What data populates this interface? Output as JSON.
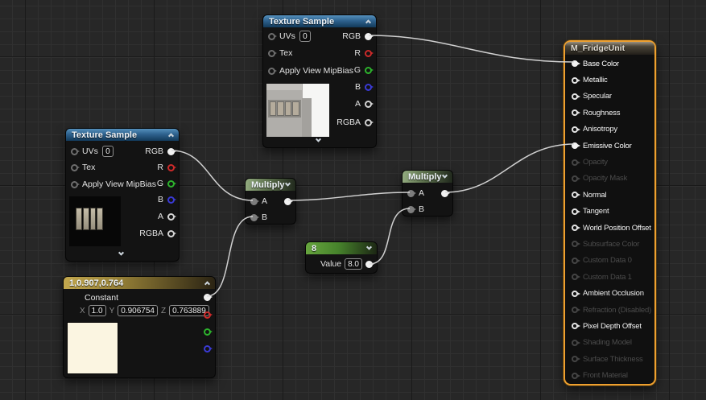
{
  "graph": {
    "background_base": "#272727",
    "grid_minor_color": "#303030",
    "grid_major_color": "#1a1a1a",
    "wire_color": "#d9d9d9"
  },
  "pin_colors": {
    "white": "#f1f1f1",
    "red": "#cc2a2a",
    "green": "#2db32d",
    "blue": "#3a3ad4",
    "gray_ring": "#d3d3d3",
    "input_gray": "#6e6e6e",
    "disabled": "#4c4c4c"
  },
  "nodes": {
    "texture_sample_top": {
      "title": "Texture Sample",
      "header_color": "#3f7fae",
      "inputs": [
        {
          "label": "UVs",
          "value": "0"
        },
        {
          "label": "Tex"
        },
        {
          "label": "Apply View MipBias"
        }
      ],
      "outputs": [
        {
          "label": "RGB"
        },
        {
          "label": "R"
        },
        {
          "label": "G"
        },
        {
          "label": "B"
        },
        {
          "label": "A"
        },
        {
          "label": "RGBA"
        }
      ]
    },
    "texture_sample_left": {
      "title": "Texture Sample",
      "header_color": "#3f7fae",
      "inputs": [
        {
          "label": "UVs",
          "value": "0"
        },
        {
          "label": "Tex"
        },
        {
          "label": "Apply View MipBias"
        }
      ],
      "outputs": [
        {
          "label": "RGB"
        },
        {
          "label": "R"
        },
        {
          "label": "G"
        },
        {
          "label": "B"
        },
        {
          "label": "A"
        },
        {
          "label": "RGBA"
        }
      ]
    },
    "multiply_a": {
      "title": "Multiply",
      "header_color": "#7fa46b",
      "inputs": [
        {
          "label": "A"
        },
        {
          "label": "B"
        }
      ]
    },
    "multiply_b": {
      "title": "Multiply",
      "header_color": "#7fa46b",
      "inputs": [
        {
          "label": "A"
        },
        {
          "label": "B"
        }
      ]
    },
    "scalar_8": {
      "title": "8",
      "header_color": "#55963a",
      "value_label": "Value",
      "value": "8.0"
    },
    "constant_vector": {
      "title": "1,0.907,0.764",
      "header_color": "#b89a45",
      "type_label": "Constant",
      "fields": [
        {
          "label": "X",
          "value": "1.0"
        },
        {
          "label": "Y",
          "value": "0.906754"
        },
        {
          "label": "Z",
          "value": "0.763889"
        }
      ],
      "swatch_color": "#fbf5e1"
    },
    "material": {
      "title": "M_FridgeUnit",
      "selected_border_color": "#efa02f",
      "pins": [
        {
          "label": "Base Color",
          "state": "connected"
        },
        {
          "label": "Metallic",
          "state": "active"
        },
        {
          "label": "Specular",
          "state": "active"
        },
        {
          "label": "Roughness",
          "state": "active"
        },
        {
          "label": "Anisotropy",
          "state": "active"
        },
        {
          "label": "Emissive Color",
          "state": "connected"
        },
        {
          "label": "Opacity",
          "state": "disabled"
        },
        {
          "label": "Opacity Mask",
          "state": "disabled"
        },
        {
          "label": "Normal",
          "state": "active"
        },
        {
          "label": "Tangent",
          "state": "active"
        },
        {
          "label": "World Position Offset",
          "state": "active"
        },
        {
          "label": "Subsurface Color",
          "state": "disabled"
        },
        {
          "label": "Custom Data 0",
          "state": "disabled"
        },
        {
          "label": "Custom Data 1",
          "state": "disabled"
        },
        {
          "label": "Ambient Occlusion",
          "state": "active"
        },
        {
          "label": "Refraction (Disabled)",
          "state": "disabled"
        },
        {
          "label": "Pixel Depth Offset",
          "state": "active"
        },
        {
          "label": "Shading Model",
          "state": "disabled"
        },
        {
          "label": "Surface Thickness",
          "state": "disabled"
        },
        {
          "label": "Front Material",
          "state": "disabled"
        }
      ]
    }
  },
  "connections": [
    {
      "from": "texture_sample_top.RGB",
      "to": "material.Base Color"
    },
    {
      "from": "texture_sample_left.RGB",
      "to": "multiply_a.A"
    },
    {
      "from": "constant_vector.out",
      "to": "multiply_a.B"
    },
    {
      "from": "multiply_a.out",
      "to": "multiply_b.A"
    },
    {
      "from": "scalar_8.out",
      "to": "multiply_b.B"
    },
    {
      "from": "multiply_b.out",
      "to": "material.Emissive Color"
    }
  ]
}
